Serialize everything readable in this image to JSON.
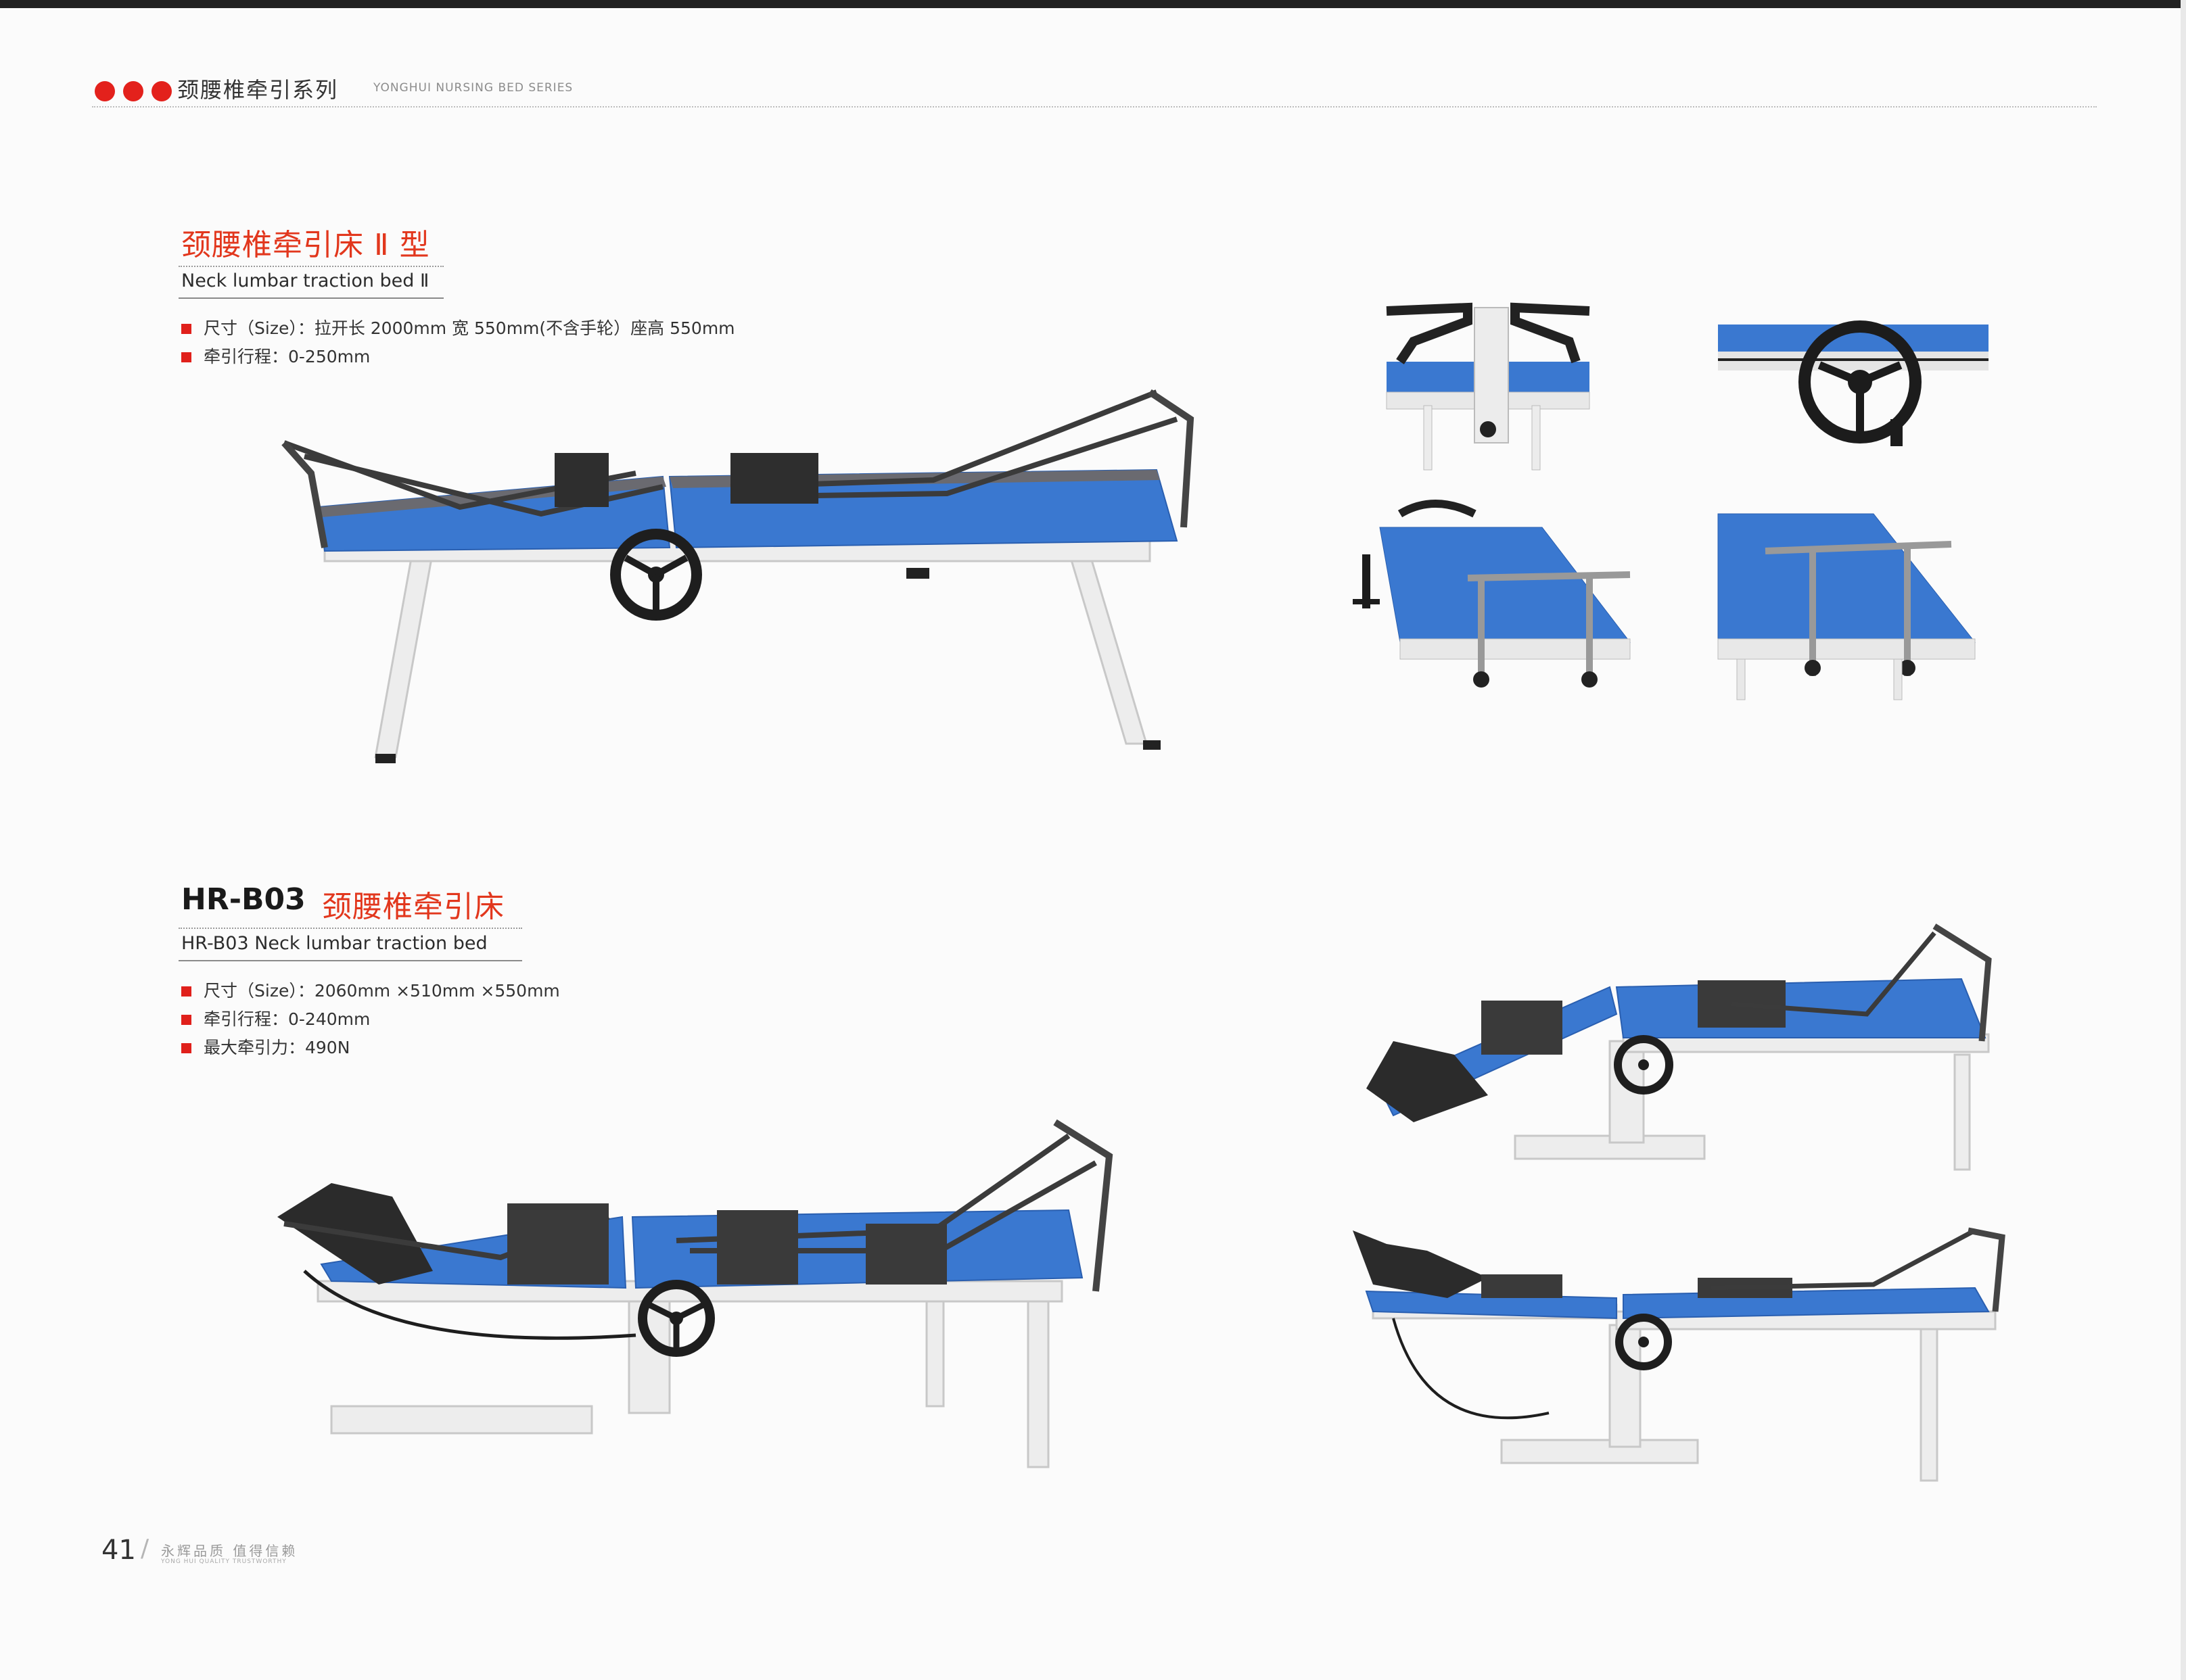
{
  "header": {
    "series_cn": "颈腰椎牵引系列",
    "series_en": "YONGHUI NURSING BED SERIES",
    "accent_color": "#e3211c"
  },
  "products": [
    {
      "title_cn": "颈腰椎牵引床 Ⅱ 型",
      "title_en": "Neck lumbar traction bed Ⅱ",
      "specs": [
        "尺寸（Size）：拉开长 2000mm  宽 550mm(不含手轮）座高 550mm",
        "牵引行程：0-250mm"
      ]
    },
    {
      "model": "HR-B03",
      "title_cn": "颈腰椎牵引床",
      "title_en": "HR-B03 Neck lumbar traction bed",
      "specs": [
        "尺寸（Size）：2060mm ×510mm ×550mm",
        "牵引行程：0-240mm",
        "最大牵引力：490N"
      ]
    }
  ],
  "footer": {
    "page_number": "41",
    "slogan_cn": "永辉品质 值得信赖",
    "slogan_en": "YONG HUI QUALITY TRUSTWORTHY"
  },
  "colors": {
    "cushion_blue": "#3a78d0",
    "frame_white": "#e9e9e9",
    "strap_dark": "#3b3b3b"
  }
}
